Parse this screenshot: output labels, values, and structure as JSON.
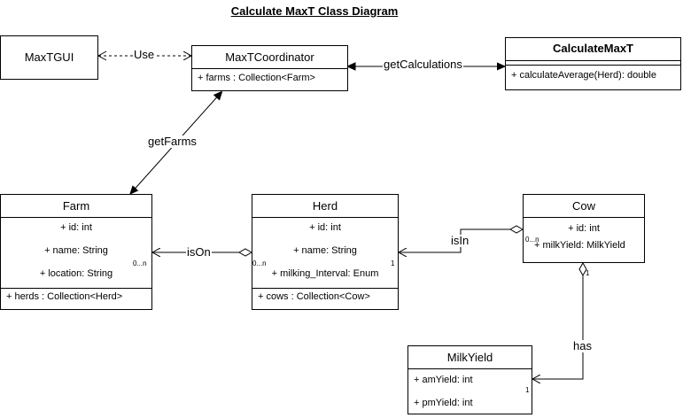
{
  "title": "Calculate MaxT Class Diagram",
  "classes": {
    "maxtgui": {
      "name": "MaxTGUI"
    },
    "coordinator": {
      "name": "MaxTCoordinator",
      "attributes": [
        "+ farms : Collection<Farm>"
      ]
    },
    "calculate": {
      "name": "CalculateMaxT",
      "methods": [
        "+ calculateAverage(Herd): double"
      ]
    },
    "farm": {
      "name": "Farm",
      "attributes": [
        "+ id: int",
        "+ name: String",
        "+ location: String"
      ],
      "collection": "+ herds : Collection<Herd>"
    },
    "herd": {
      "name": "Herd",
      "attributes": [
        "+ id: int",
        "+ name: String",
        "+ milking_Interval: Enum"
      ],
      "collection": "+ cows : Collection<Cow>"
    },
    "cow": {
      "name": "Cow",
      "attributes": [
        "+ id: int",
        "+ milkYield: MilkYield"
      ]
    },
    "milkyield": {
      "name": "MilkYield",
      "attributes": [
        "+ amYield: int",
        "+ pmYield: int"
      ]
    }
  },
  "relations": {
    "use": "Use",
    "getCalculations": "getCalculations",
    "getFarms": "getFarms",
    "isOn": "isOn",
    "isIn": "isIn",
    "has": "has"
  },
  "multiplicities": {
    "farm_herd": "0...n",
    "herd_left": "0...n",
    "herd_right": "1",
    "cow_left": "0...n",
    "cow_bottom": "1",
    "milkyield_right": "1"
  }
}
